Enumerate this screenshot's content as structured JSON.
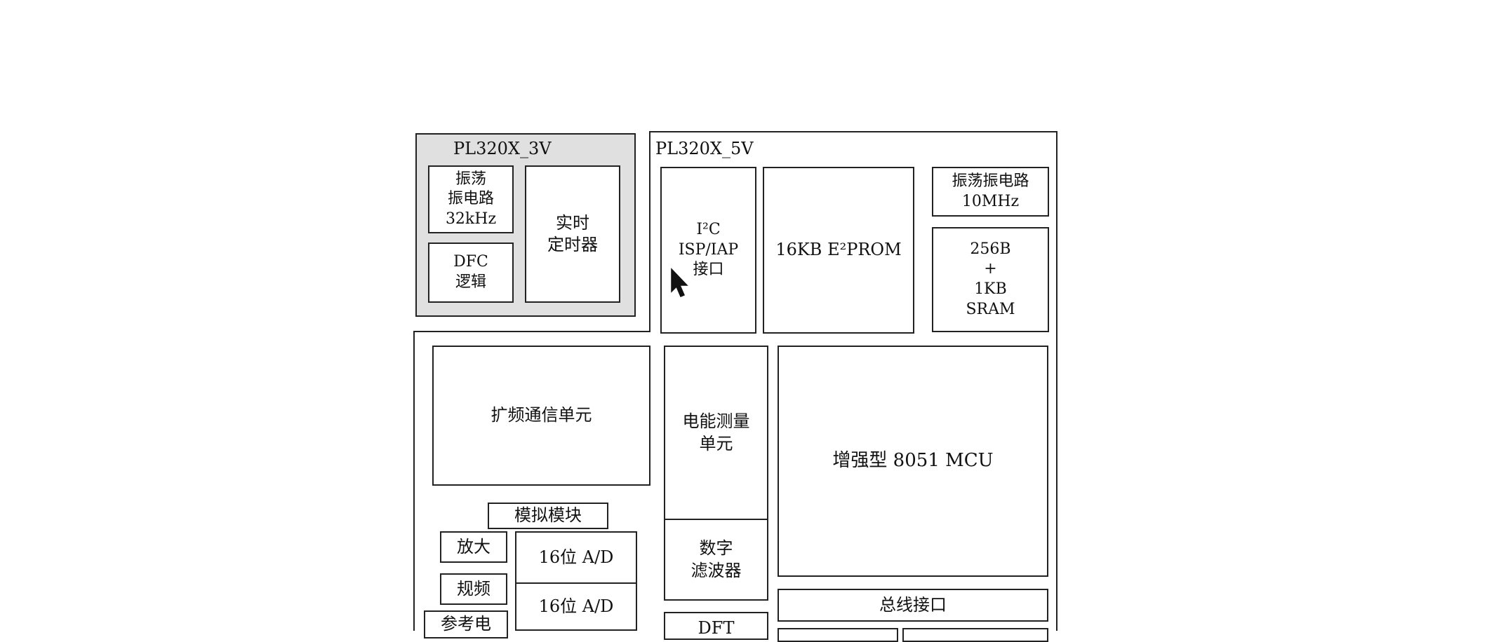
{
  "blocks": {
    "pl320x_3v": {
      "title": "PL320X_3V"
    },
    "osc_32k": {
      "label": "振荡\n振电路\n32kHz"
    },
    "rtc": {
      "label": "实时\n定时器"
    },
    "dfc_logic": {
      "label": "DFC\n逻辑"
    },
    "pl320x_5v": {
      "title": "PL320X_5V"
    },
    "i2c_isp": {
      "label": "I²C\nISP/IAP\n接口"
    },
    "eeprom": {
      "label": "16KB E²PROM"
    },
    "osc_10m": {
      "label": "振荡振电路\n10MHz"
    },
    "sram": {
      "label": "256B\n+\n1KB\nSRAM"
    },
    "spread_spectrum": {
      "label": "扩频通信单元"
    },
    "energy_measure": {
      "label": "电能测量\n单元"
    },
    "mcu": {
      "label": "增强型 8051 MCU"
    },
    "analog_module": {
      "label": "模拟模块"
    },
    "amplify": {
      "label": "放大"
    },
    "ad_16bit_1": {
      "label": "16位 A/D"
    },
    "digital_filter": {
      "label": "数字\n滤波器"
    },
    "bus_interface": {
      "label": "总线接口"
    },
    "sampling": {
      "label": "规频"
    },
    "ad_16bit_2": {
      "label": "16位 A/D"
    },
    "reference": {
      "label": "参考电"
    },
    "dft": {
      "label": "DFT"
    }
  }
}
